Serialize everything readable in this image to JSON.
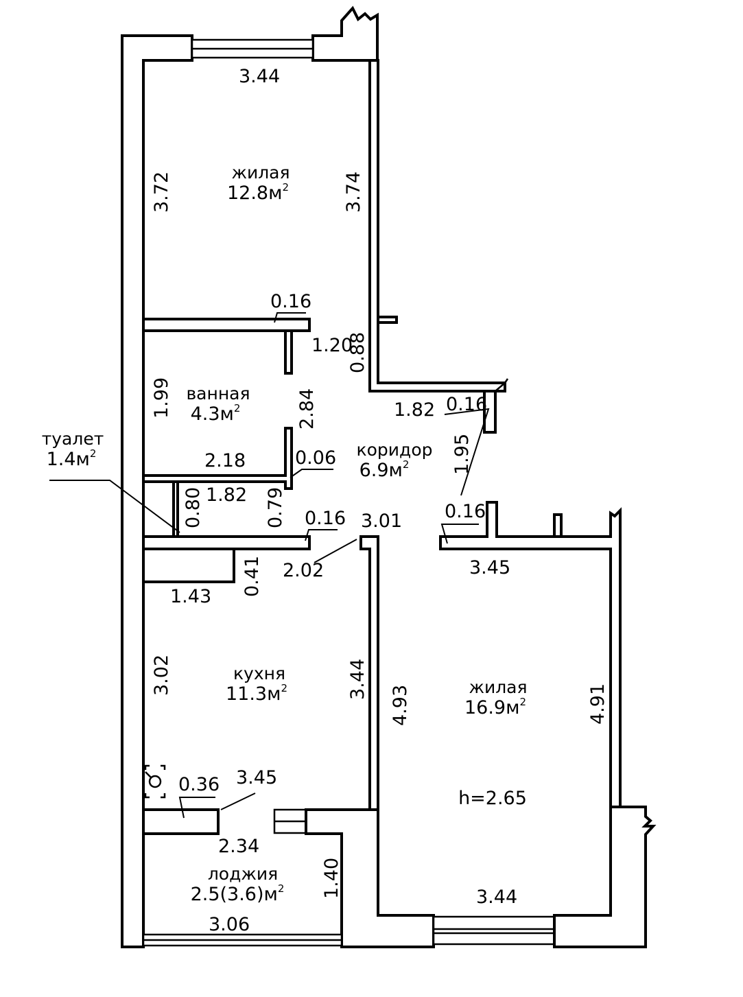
{
  "rooms": {
    "living1": {
      "name": "жилая",
      "area": "12.8м",
      "sup": "2"
    },
    "bath": {
      "name": "ванная",
      "area": "4.3м",
      "sup": "2"
    },
    "toilet": {
      "name": "туалет",
      "area": "1.4м",
      "sup": "2"
    },
    "corridor": {
      "name": "коридор",
      "area": "6.9м",
      "sup": "2"
    },
    "kitchen": {
      "name": "кухня",
      "area": "11.3м",
      "sup": "2"
    },
    "living2": {
      "name": "жилая",
      "area": "16.9м",
      "sup": "2"
    },
    "loggia": {
      "name": "лоджия",
      "area": "2.5(3.6)м",
      "sup": "2"
    }
  },
  "ceiling_height": "h=2.65",
  "dimensions": {
    "living1_top": "3.44",
    "living1_left": "3.72",
    "living1_right": "3.74",
    "wall_016_a": "0.16",
    "door_120": "1.20",
    "corr_088": "0.88",
    "bath_199": "1.99",
    "bath_284": "2.84",
    "corr_182": "1.82",
    "wall_016_b": "0.16",
    "bath_218": "2.18",
    "wall_006": "0.06",
    "corr_195": "1.95",
    "toilet_080": "0.80",
    "toilet_182": "1.82",
    "toilet_079": "0.79",
    "wall_016_c": "0.16",
    "corr_301": "3.01",
    "wall_016_d": "0.16",
    "living2_top": "3.45",
    "kitchen_041": "0.41",
    "kitchen_202": "2.02",
    "kitchen_143": "1.43",
    "kitchen_302": "3.02",
    "kitchen_344": "3.44",
    "living2_493": "4.93",
    "living2_491": "4.91",
    "kitchen_036": "0.36",
    "kitchen_345": "3.45",
    "loggia_234": "2.34",
    "loggia_140": "1.40",
    "living2_bottom": "3.44",
    "loggia_306": "3.06"
  }
}
